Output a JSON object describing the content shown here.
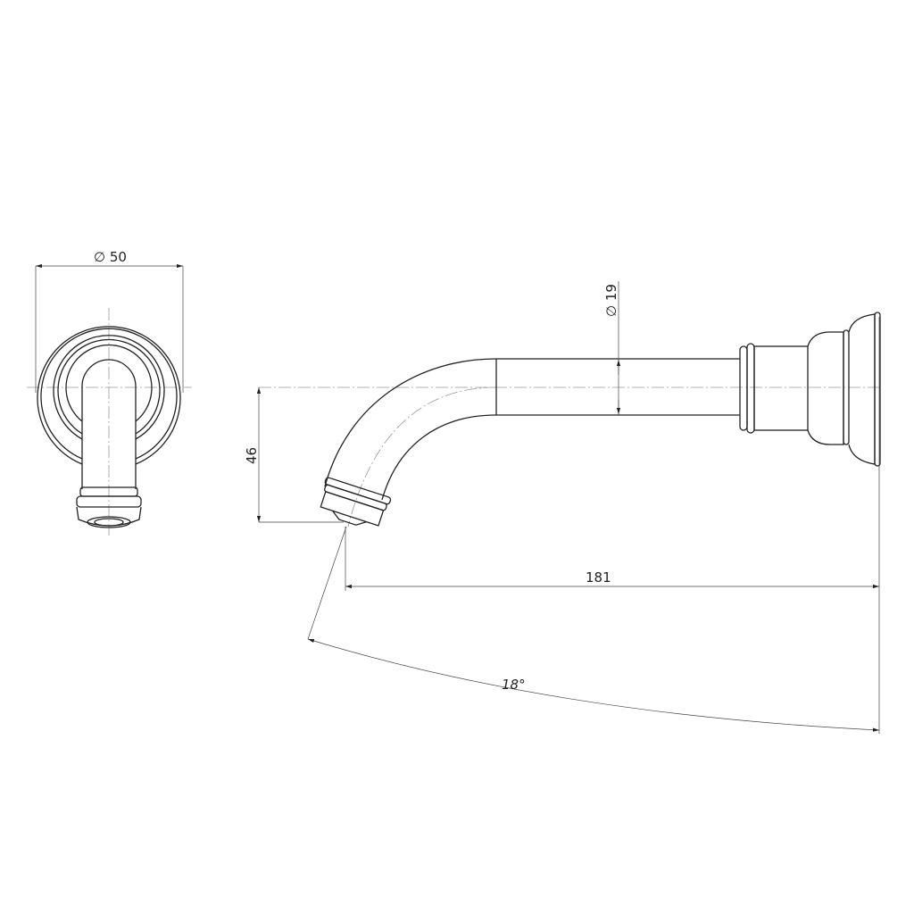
{
  "drawing": {
    "front_view": {
      "diameter_label": "∅ 50"
    },
    "side_view": {
      "pipe_diameter_label": "∅ 19",
      "drop_height_label": "46",
      "projection_length_label": "181",
      "angle_label": "18°"
    }
  },
  "colors": {
    "line": "#222222",
    "centerline": "#999999",
    "background": "#ffffff"
  }
}
